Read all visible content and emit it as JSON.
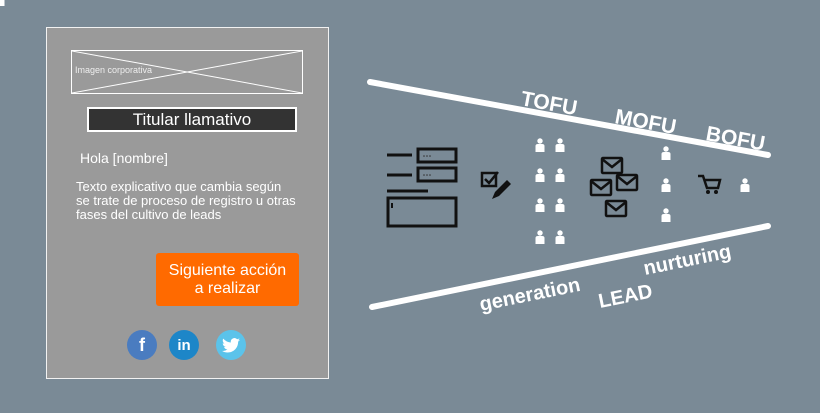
{
  "card": {
    "image_placeholder_label": "Imagen corporativa",
    "headline": "Titular llamativo",
    "greeting": "Hola [nombre]",
    "body_text": "Texto explicativo que cambia según se trate de proceso de registro u otras fases del cultivo de leads",
    "cta_label_line1": "Siguiente acción",
    "cta_label_line2": "a realizar",
    "social": [
      {
        "name": "facebook",
        "glyph": "f",
        "color": "#4a7cc0"
      },
      {
        "name": "linkedin",
        "glyph": "in",
        "color": "#1d86c8"
      },
      {
        "name": "twitter",
        "glyph": "bird",
        "color": "#5bc3ea"
      }
    ]
  },
  "funnel": {
    "top_labels": [
      "TOFU",
      "MOFU",
      "BOFU"
    ],
    "bottom_labels": {
      "generation": "generation",
      "lead": "LEAD",
      "nurturing": "nurturing"
    },
    "icons": [
      "form-icon",
      "checkbox-pencil-icon",
      "people-group-icon",
      "envelopes-icon",
      "person-icon",
      "cart-icon"
    ],
    "cta_color": "#ff6a00"
  }
}
